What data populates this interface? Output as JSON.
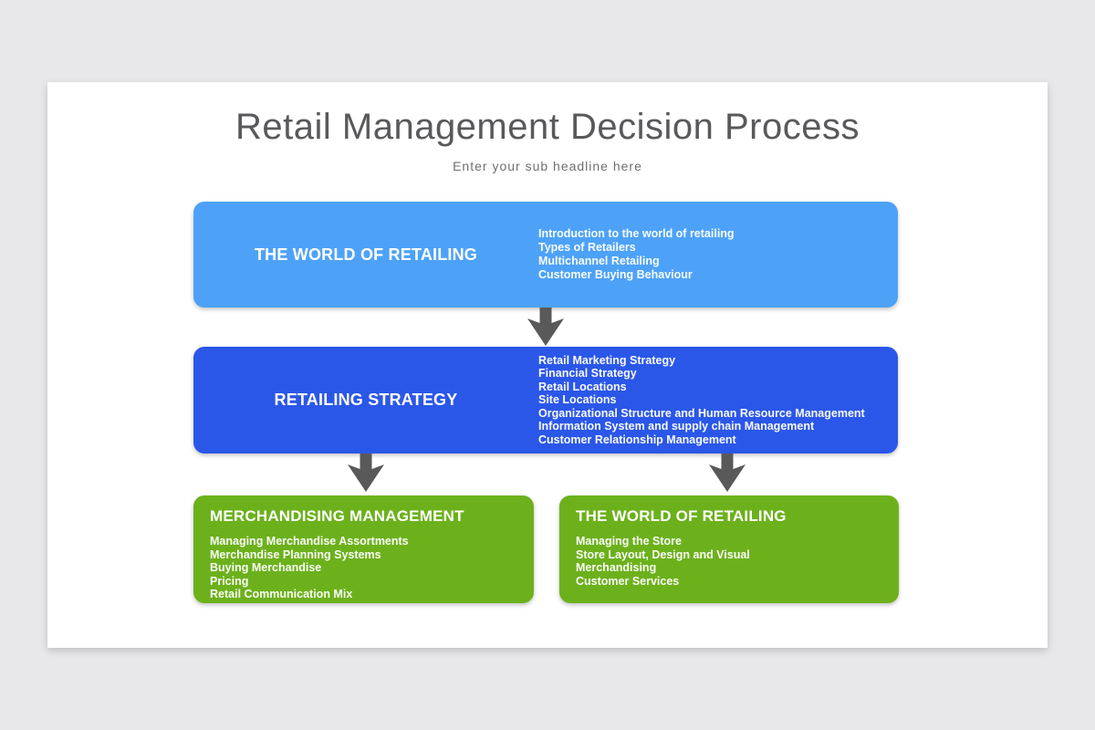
{
  "page": {
    "title": "Retail Management Decision Process",
    "subtitle": "Enter your sub headline here"
  },
  "colors": {
    "background": "#e8e7e9",
    "card": "#ffffff",
    "light_blue_box": "#4da2f8",
    "dark_blue_box": "#2b57e8",
    "green_box": "#6cb11c",
    "arrow_gray": "#595959",
    "title_gray": "#59595c"
  },
  "boxes": [
    {
      "title": "THE WORLD OF RETAILING",
      "items": [
        "Introduction to the world of retailing",
        "Types of Retailers",
        "Multichannel Retailing",
        "Customer Buying Behaviour"
      ]
    },
    {
      "title": "RETAILING STRATEGY",
      "items": [
        "Retail Marketing Strategy",
        "Financial Strategy",
        "Retail Locations",
        "Site Locations",
        "Organizational Structure and Human Resource Management",
        "Information System and supply chain Management",
        "Customer Relationship Management"
      ]
    },
    {
      "title": "MERCHANDISING MANAGEMENT",
      "items": [
        "Managing Merchandise Assortments",
        "Merchandise Planning Systems",
        "Buying Merchandise",
        "Pricing",
        "Retail Communication Mix"
      ]
    },
    {
      "title": "THE WORLD OF RETAILING",
      "items": [
        "Managing the Store",
        "Store Layout, Design and Visual",
        "Merchandising",
        "Customer Services"
      ]
    }
  ]
}
